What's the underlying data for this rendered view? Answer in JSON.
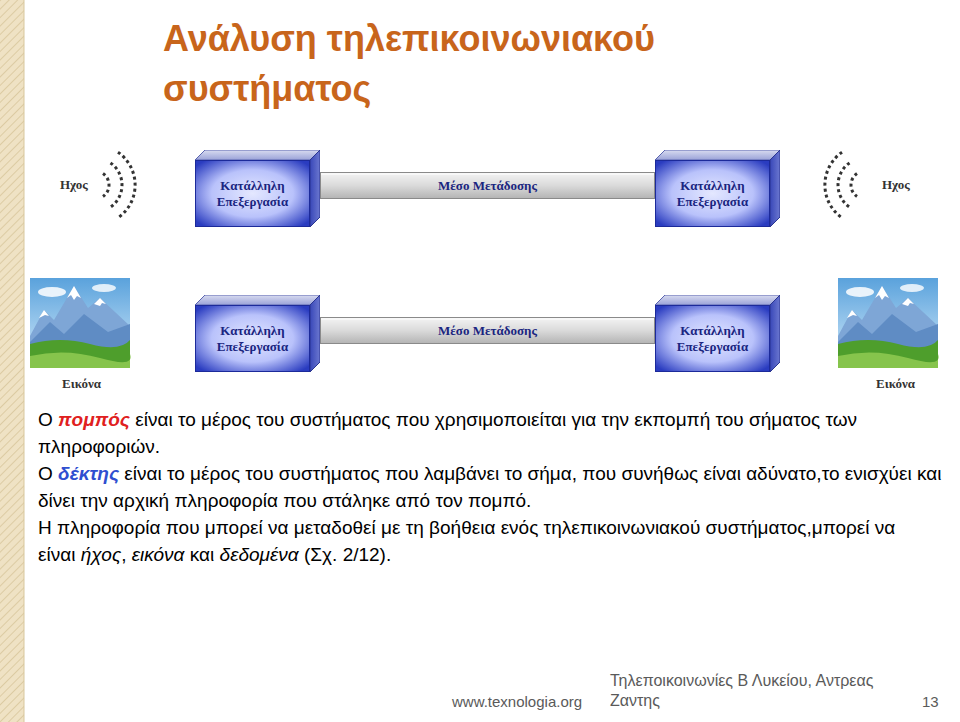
{
  "diagram": {
    "title": "Ανάλυση τηλεπικοινωνιακού συστήματος",
    "nodes": [
      {
        "text": [
          "Κατάλληλη Επεξεργασία"
        ]
      },
      {
        "text": [
          "Μέσο Μετάδοσης"
        ]
      },
      {
        "text": [
          "Κατάλληλη Επεξεργασία"
        ]
      },
      {
        "text": [
          "Κατάλληλη Επεξεργασία"
        ]
      },
      {
        "text": [
          "Μέσο Μετάδοσης"
        ]
      },
      {
        "text": [
          "Κατάλληλη Επεξεργασία"
        ]
      }
    ],
    "labels": [
      "Ηχος",
      "Ηχος",
      "Εικόνα",
      "Εικόνα",
      "Ο",
      "πομπός",
      "είναι το μέρος του συστήματος που χρησιμοποιείται για την εκπομπή του σήματος των πληροφοριών.",
      "Ο",
      "δέκτης",
      "είναι το μέρος του συστήματος που λαμβάνει το σήμα, που συνήθως είναι αδύνατο,το ενισχύει και δίνει την αρχική πληροφορία που στάληκε από τον πομπό.",
      "Η πληροφορία που μπορεί να μεταδοθεί με τη βοήθεια ενός τηλεπικοινωνιακού συστήματος,μπορεί να είναι",
      "ήχος",
      ",",
      "εικόνα",
      "και",
      "δεδομένα",
      "(Σχ. 2/12).",
      "www.texnologia.org",
      "Τηλεποικοινωνίες Β Λυκείου, Αντρεας Ζαντης",
      "13"
    ]
  }
}
